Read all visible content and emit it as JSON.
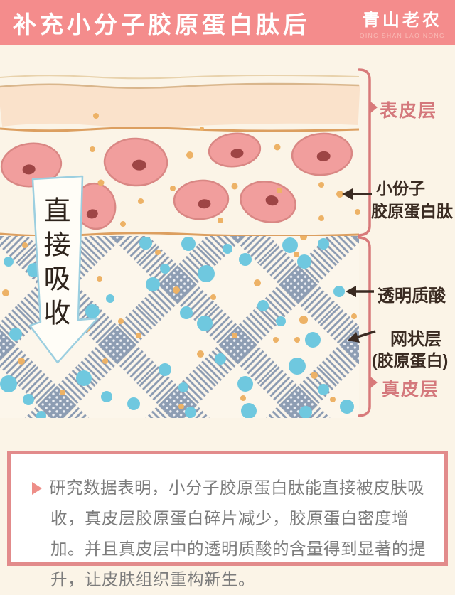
{
  "header": {
    "title": "补充小分子胶原蛋白肽后",
    "logo": {
      "name": "青山老农",
      "subtitle": "QING SHAN LAO NONG"
    }
  },
  "illustration": {
    "absorb_text": "直接吸收",
    "labels": {
      "epidermis": "表皮层",
      "peptide_line1": "小份子",
      "peptide_line2": "胶原蛋白肽",
      "hyaluronic_acid": "透明质酸",
      "reticular_line1": "网状层",
      "reticular_line2": "(胶原蛋白)",
      "dermis": "真皮层"
    }
  },
  "footnote": {
    "text": "研究数据表明，小分子胶原蛋白肽能直接被皮肤吸收，真皮层胶原蛋白碎片减少，胶原蛋白密度增加。并且真皮层中的透明质酸的含量得到显著的提升，让皮肤组织重构新生。"
  },
  "colors": {
    "page_bg": "#FBF4E7",
    "header_bg": "#F48C8C",
    "header_text": "#FFFFFF",
    "logo_subtitle": "#F9BDB8",
    "peach_band": "#FAE2CB",
    "tan_line": "#D9B68C",
    "faint_line": "#E8D2AC",
    "orange_line": "#DC9F60",
    "cell_fill": "#F19E9D",
    "cell_outline": "#D98784",
    "cell_nucleus": "#9E4545",
    "orange_dot": "#EDB266",
    "blue_dot": "#6FC8DF",
    "stripe": "#8A9AB1",
    "intersection": "#8D9DB3",
    "dermis_bg": "#FCF6EB",
    "bracket_pink": "#D87A7A",
    "pink_label": "#D4787C",
    "dark_label": "#3A2B22",
    "banner_stroke": "#9CCFE0",
    "banner_fill": "#FFFDF7",
    "banner_text": "#2E241C",
    "box_border": "#E28B8B",
    "box_text": "#7C7C7C",
    "bullet": "#EE8E88"
  }
}
